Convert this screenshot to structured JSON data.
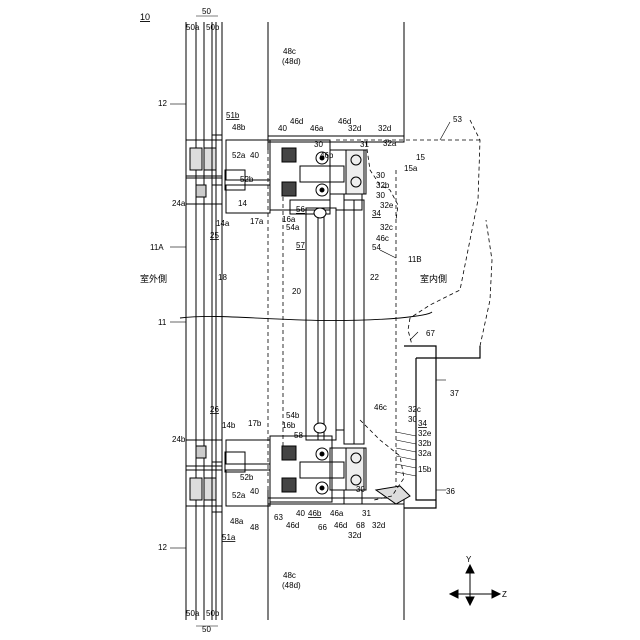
{
  "figure": {
    "ref_main": "10",
    "top_group": {
      "label": "50",
      "a": "50a",
      "b": "50b"
    },
    "bottom_group": {
      "label": "50",
      "a": "50a",
      "b": "50b"
    },
    "outdoor_label": "室外側",
    "indoor_label": "室内側",
    "axes": {
      "y": "Y",
      "z": "Z"
    }
  },
  "labels": {
    "l_48c_top": "48c",
    "l_48d_top": "(48d)",
    "l_48c_bot": "48c",
    "l_48d_bot": "(48d)",
    "l_12_top": "12",
    "l_12_bot": "12",
    "l_11A": "11A",
    "l_11": "11",
    "l_11B": "11B",
    "l_53": "53",
    "l_51b": "51b",
    "l_48b": "48b",
    "l_52a_t": "52a",
    "l_40_t": "40",
    "l_40_t2": "40",
    "l_46d_t": "46d",
    "l_46d_t2": "46d",
    "l_46a_t": "46a",
    "l_46b_t": "46b",
    "l_30_t": "30",
    "l_31_t": "31",
    "l_32d_t": "32d",
    "l_32d_t2": "32d",
    "l_32a_t": "32a",
    "l_15": "15",
    "l_15a": "15a",
    "l_30_t3": "30",
    "l_32b_t": "32b",
    "l_30_t4": "30",
    "l_32e_t": "32e",
    "l_34_t": "34",
    "l_32c_t": "32c",
    "l_46c_t": "46c",
    "l_54_t": "54",
    "l_52b_t": "52b",
    "l_24a": "24a",
    "l_14a": "14a",
    "l_14_t": "14",
    "l_17a": "17a",
    "l_16a": "16a",
    "l_54a": "54a",
    "l_56": "56",
    "l_25": "25",
    "l_57": "57",
    "l_18": "18",
    "l_20": "20",
    "l_22": "22",
    "l_67": "67",
    "l_37": "37",
    "l_26": "26",
    "l_14b": "14b",
    "l_17b": "17b",
    "l_16b": "16b",
    "l_54b": "54b",
    "l_58": "58",
    "l_46c_b": "46c",
    "l_32c_b": "32c",
    "l_30_b": "30",
    "l_34_b": "34",
    "l_32e_b": "32e",
    "l_32b_b": "32b",
    "l_32a_b": "32a",
    "l_15b": "15b",
    "l_24b": "24b",
    "l_52b_b": "52b",
    "l_40_b": "40",
    "l_52a_b": "52a",
    "l_48a": "48a",
    "l_48_b": "48",
    "l_63": "63",
    "l_46d_b": "46d",
    "l_40_b2": "40",
    "l_66": "66",
    "l_46b_b": "46b",
    "l_46a_b": "46a",
    "l_46d_b2": "46d",
    "l_68": "68",
    "l_31_b": "31",
    "l_32d_b": "32d",
    "l_32d_b2": "32d",
    "l_30_b2": "30",
    "l_36": "36",
    "l_51a": "51a"
  }
}
